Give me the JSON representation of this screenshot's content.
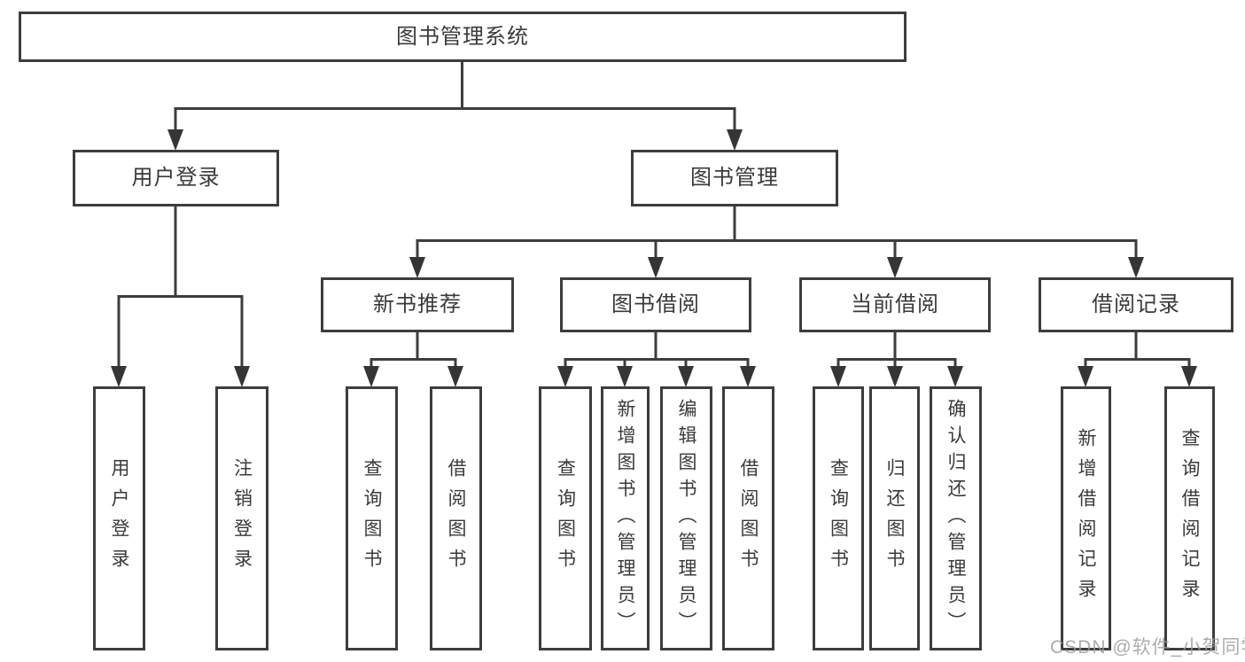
{
  "diagram": {
    "watermark": "CSDN @软件_小贺同学",
    "tree": {
      "label": "图书管理系统",
      "children": [
        {
          "label": "用户登录",
          "children": [
            {
              "label": "用户登录"
            },
            {
              "label": "注销登录"
            }
          ]
        },
        {
          "label": "图书管理",
          "children": [
            {
              "label": "新书推荐",
              "children": [
                {
                  "label": "查询图书"
                },
                {
                  "label": "借阅图书"
                }
              ]
            },
            {
              "label": "图书借阅",
              "children": [
                {
                  "label": "查询图书"
                },
                {
                  "label": "新增图书（管理员）"
                },
                {
                  "label": "编辑图书（管理员）"
                },
                {
                  "label": "借阅图书"
                }
              ]
            },
            {
              "label": "当前借阅",
              "children": [
                {
                  "label": "查询图书"
                },
                {
                  "label": "归还图书"
                },
                {
                  "label": "确认归还（管理员）"
                }
              ]
            },
            {
              "label": "借阅记录",
              "children": [
                {
                  "label": "新增借阅记录"
                },
                {
                  "label": "查询借阅记录"
                }
              ]
            }
          ]
        }
      ]
    },
    "colors": {
      "line": "#3d3d3d",
      "text": "#3a3a3a",
      "box_background": "#ffffff",
      "watermark": "#9a9a9a"
    }
  }
}
